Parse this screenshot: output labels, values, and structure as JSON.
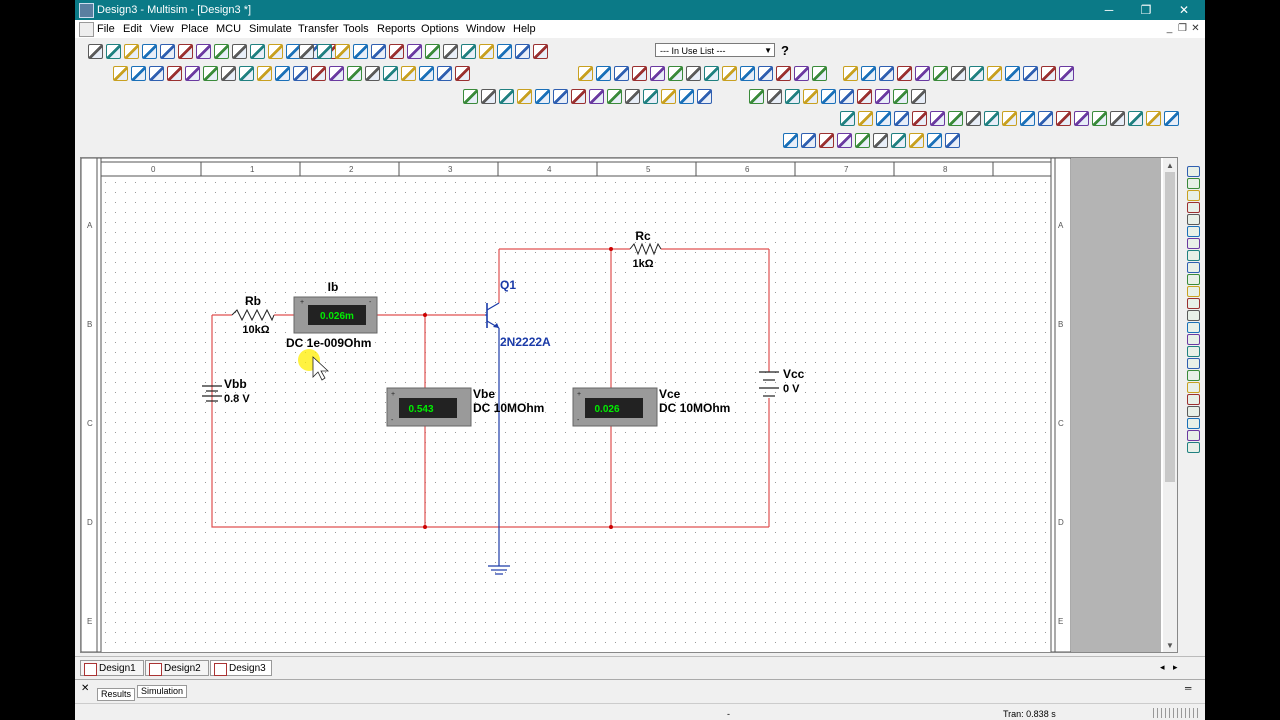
{
  "window": {
    "title": "Design3 - Multisim - [Design3 *]",
    "minimize": "─",
    "restore": "❐",
    "close": "✕"
  },
  "menu": [
    "File",
    "Edit",
    "View",
    "Place",
    "MCU",
    "Simulate",
    "Transfer",
    "Tools",
    "Reports",
    "Options",
    "Window",
    "Help"
  ],
  "toolbar": {
    "in_use_list": "--- In Use List ---",
    "help_symbol": "?"
  },
  "ruler": {
    "top": [
      "0",
      "1",
      "2",
      "3",
      "4",
      "5",
      "6",
      "7",
      "8"
    ],
    "left": [
      "A",
      "B",
      "C",
      "D",
      "E"
    ]
  },
  "components": {
    "rb": {
      "name": "Rb",
      "value": "10kΩ"
    },
    "rc": {
      "name": "Rc",
      "value": "1kΩ"
    },
    "vbb": {
      "name": "Vbb",
      "value": "0.8 V"
    },
    "vcc": {
      "name": "Vcc",
      "value": "0 V"
    },
    "q1": {
      "name": "Q1",
      "model": "2N2222A"
    },
    "ib_meter": {
      "name": "Ib",
      "reading": "0.026m",
      "mode": "DC  1e-009Ohm"
    },
    "vbe_meter": {
      "name": "Vbe",
      "reading": "0.543",
      "mode": "DC  10MOhm"
    },
    "vce_meter": {
      "name": "Vce",
      "reading": "0.026",
      "mode": "DC  10MOhm"
    }
  },
  "colors": {
    "wire": "#e05050",
    "titlebar": "#0b7a87",
    "meter_display": "#00ee00",
    "transistor_label": "#1a3aa8"
  },
  "tabs": [
    "Design1 *",
    "Design2 *",
    "Design3 *"
  ],
  "spreadsheet_tabs": [
    "Results",
    "Simulation"
  ],
  "status": {
    "tran": "Tran: 0.838 s",
    "dash": "-"
  }
}
